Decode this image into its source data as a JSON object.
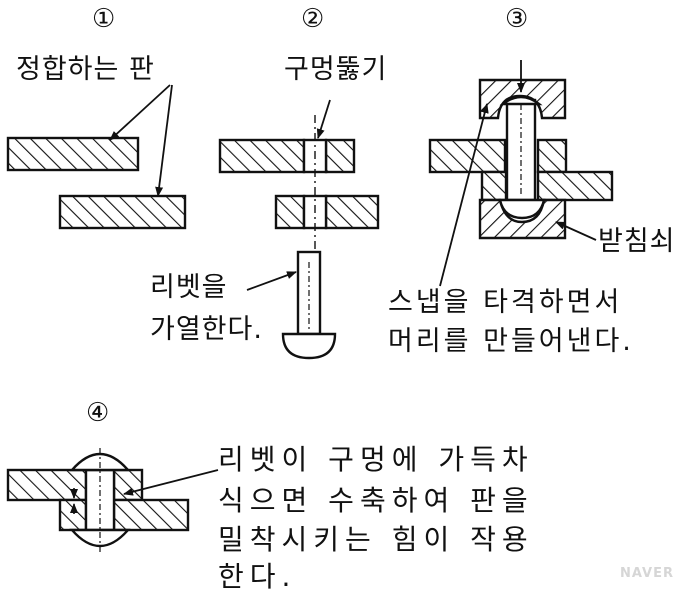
{
  "steps": {
    "step1": {
      "number": "①",
      "label": "정합하는 판"
    },
    "step2": {
      "number": "②",
      "label_top": "구멍뚫기",
      "label_side_line1": "리벳을",
      "label_side_line2": "가열한다."
    },
    "step3": {
      "number": "③",
      "label_support": "받침쇠",
      "label_line1": "스냅을 타격하면서",
      "label_line2": "머리를 만들어낸다."
    },
    "step4": {
      "number": "④",
      "label_line1": "리벳이 구멍에 가득차",
      "label_line2": "식으면 수축하여 판을",
      "label_line3": "밀착시키는 힘이 작용",
      "label_line4": "한다."
    }
  },
  "watermark": "NAVER"
}
